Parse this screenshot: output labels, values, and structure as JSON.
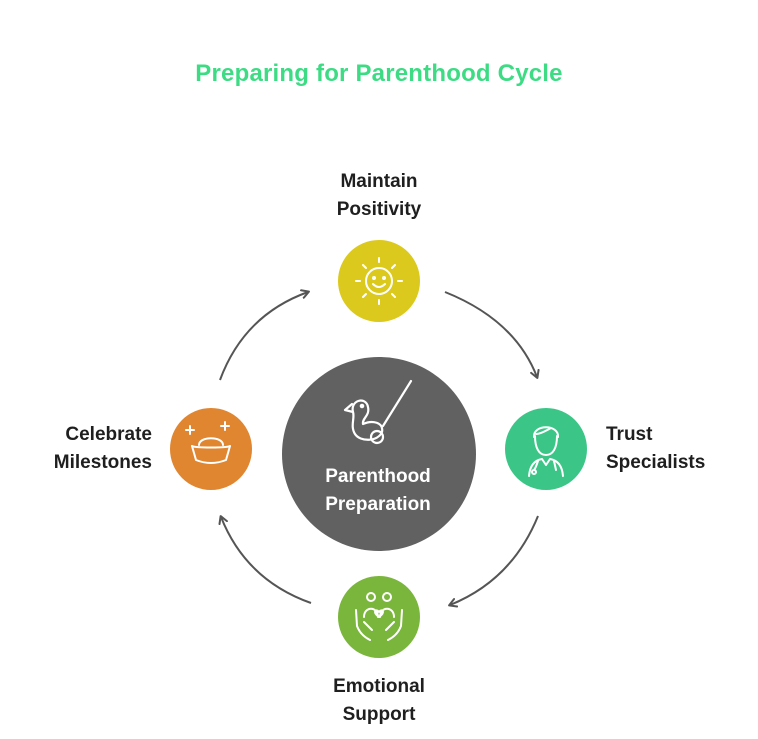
{
  "title": "Preparing for Parenthood Cycle",
  "center": {
    "line1": "Parenthood",
    "line2": "Preparation",
    "icon": "baby-bird-toy-icon",
    "color": "#616161"
  },
  "nodes": [
    {
      "id": "top",
      "line1": "Maintain",
      "line2": "Positivity",
      "icon": "sun-icon",
      "color": "#dcc91e"
    },
    {
      "id": "right",
      "line1": "Trust",
      "line2": "Specialists",
      "icon": "doctor-icon",
      "color": "#3bc687"
    },
    {
      "id": "bottom",
      "line1": "Emotional",
      "line2": "Support",
      "icon": "family-hands-icon",
      "color": "#7ab63c"
    },
    {
      "id": "left",
      "line1": "Celebrate",
      "line2": "Milestones",
      "icon": "gold-ingot-icon",
      "color": "#e08631"
    }
  ],
  "colors": {
    "title": "#3ddc84",
    "arrow": "#555555"
  }
}
